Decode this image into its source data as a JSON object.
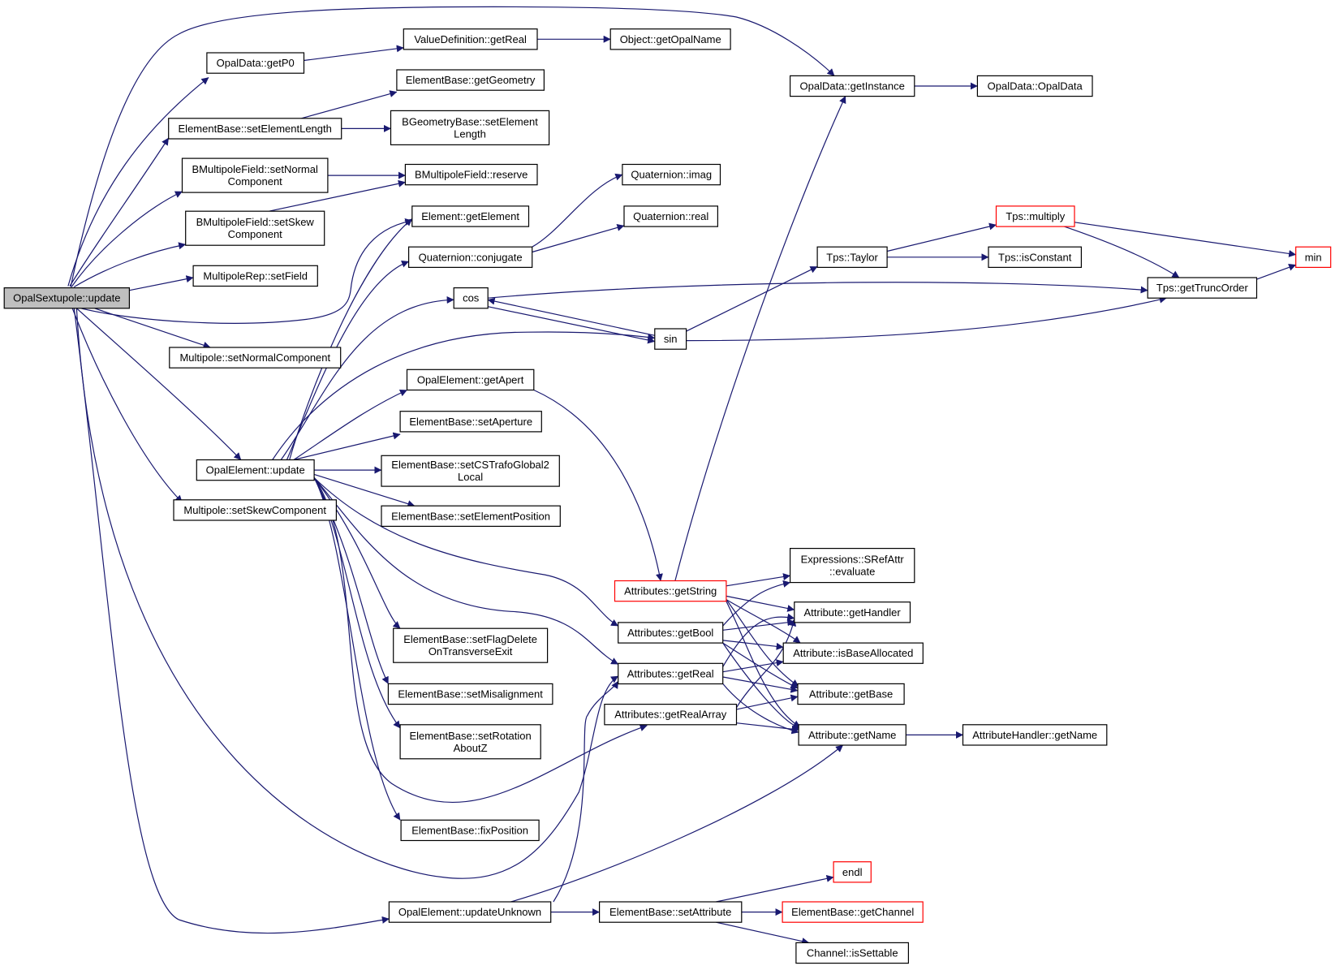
{
  "colors": {
    "edge": "#191970",
    "node_border": "#000000",
    "node_border_truncated": "#ff0000",
    "root_fill": "#bfbfbf",
    "fill": "#ffffff"
  },
  "nodes": {
    "root": {
      "lines": [
        "OpalSextupole::update"
      ],
      "root": true
    },
    "getP0": {
      "lines": [
        "OpalData::getP0"
      ]
    },
    "vdGetReal": {
      "lines": [
        "ValueDefinition::getReal"
      ]
    },
    "getOpalName": {
      "lines": [
        "Object::getOpalName"
      ]
    },
    "getGeometry": {
      "lines": [
        "ElementBase::getGeometry"
      ]
    },
    "setElementLength": {
      "lines": [
        "ElementBase::setElementLength"
      ]
    },
    "bgSetElemLen": {
      "lines": [
        "BGeometryBase::setElement",
        "Length"
      ]
    },
    "bmfSetNormal": {
      "lines": [
        "BMultipoleField::setNormal",
        "Component"
      ]
    },
    "bmfReserve": {
      "lines": [
        "BMultipoleField::reserve"
      ]
    },
    "bmfSetSkew": {
      "lines": [
        "BMultipoleField::setSkew",
        "Component"
      ]
    },
    "mrSetField": {
      "lines": [
        "MultipoleRep::setField"
      ]
    },
    "mpSetNormal": {
      "lines": [
        "Multipole::setNormalComponent"
      ]
    },
    "oeUpdate": {
      "lines": [
        "OpalElement::update"
      ]
    },
    "mpSetSkew": {
      "lines": [
        "Multipole::setSkewComponent"
      ]
    },
    "getElement": {
      "lines": [
        "Element::getElement"
      ]
    },
    "qConjugate": {
      "lines": [
        "Quaternion::conjugate"
      ]
    },
    "qImag": {
      "lines": [
        "Quaternion::imag"
      ]
    },
    "qReal": {
      "lines": [
        "Quaternion::real"
      ]
    },
    "cos": {
      "lines": [
        "cos"
      ]
    },
    "sin": {
      "lines": [
        "sin"
      ]
    },
    "oeGetApert": {
      "lines": [
        "OpalElement::getApert"
      ]
    },
    "setAperture": {
      "lines": [
        "ElementBase::setAperture"
      ]
    },
    "setCSTrafo": {
      "lines": [
        "ElementBase::setCSTrafoGlobal2",
        "Local"
      ]
    },
    "setElemPos": {
      "lines": [
        "ElementBase::setElementPosition"
      ]
    },
    "setFlagDelete": {
      "lines": [
        "ElementBase::setFlagDelete",
        "OnTransverseExit"
      ]
    },
    "setMisalign": {
      "lines": [
        "ElementBase::setMisalignment"
      ]
    },
    "setRotation": {
      "lines": [
        "ElementBase::setRotation",
        "AboutZ"
      ]
    },
    "fixPosition": {
      "lines": [
        "ElementBase::fixPosition"
      ]
    },
    "oeUpdateUnknown": {
      "lines": [
        "OpalElement::updateUnknown"
      ]
    },
    "setAttribute": {
      "lines": [
        "ElementBase::setAttribute"
      ]
    },
    "endl": {
      "lines": [
        "endl"
      ],
      "truncated": true
    },
    "getChannel": {
      "lines": [
        "ElementBase::getChannel"
      ],
      "truncated": true
    },
    "isSettable": {
      "lines": [
        "Channel::isSettable"
      ]
    },
    "getInstance": {
      "lines": [
        "OpalData::getInstance"
      ]
    },
    "opalDataCtor": {
      "lines": [
        "OpalData::OpalData"
      ]
    },
    "tpsTaylor": {
      "lines": [
        "Tps::Taylor"
      ]
    },
    "tpsMultiply": {
      "lines": [
        "Tps::multiply"
      ],
      "truncated": true
    },
    "tpsIsConstant": {
      "lines": [
        "Tps::isConstant"
      ]
    },
    "tpsGetTruncOrder": {
      "lines": [
        "Tps::getTruncOrder"
      ]
    },
    "min": {
      "lines": [
        "min"
      ],
      "truncated": true
    },
    "getString": {
      "lines": [
        "Attributes::getString"
      ],
      "truncated": true
    },
    "getBool": {
      "lines": [
        "Attributes::getBool"
      ]
    },
    "getReal": {
      "lines": [
        "Attributes::getReal"
      ]
    },
    "getRealArray": {
      "lines": [
        "Attributes::getRealArray"
      ]
    },
    "srefEvaluate": {
      "lines": [
        "Expressions::SRefAttr",
        "::evaluate"
      ]
    },
    "getHandler": {
      "lines": [
        "Attribute::getHandler"
      ]
    },
    "isBaseAllocated": {
      "lines": [
        "Attribute::isBaseAllocated"
      ]
    },
    "getBase": {
      "lines": [
        "Attribute::getBase"
      ]
    },
    "attrGetName": {
      "lines": [
        "Attribute::getName"
      ]
    },
    "ahGetName": {
      "lines": [
        "AttributeHandler::getName"
      ]
    }
  }
}
